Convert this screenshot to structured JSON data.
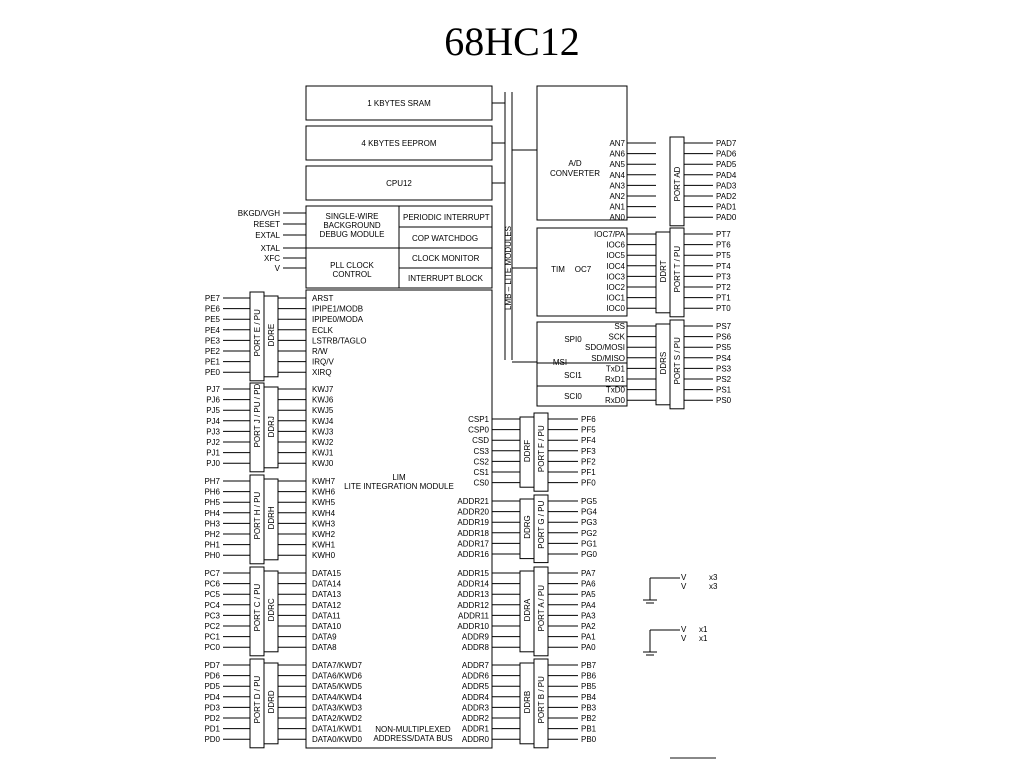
{
  "title": "68HC12",
  "blocks": {
    "sram": "1 KBYTES SRAM",
    "eeprom": "4 KBYTES EEPROM",
    "cpu": "CPU12",
    "bdm": [
      "SINGLE-WIRE",
      "BACKGROUND",
      "DEBUG MODULE"
    ],
    "pll": [
      "PLL CLOCK",
      "CONTROL"
    ],
    "periodic": "PERIODIC INTERRUPT",
    "cop": "COP WATCHDOG",
    "clockmon": "CLOCK MONITOR",
    "intblock": "INTERRUPT BLOCK",
    "lmb": "LMB – LITE MODULES",
    "lim": [
      "LIM",
      "LITE INTEGRATION MODULE"
    ],
    "nonmux": [
      "NON-MULTIPLEXED",
      "ADDRESS/DATA BUS"
    ],
    "adc": [
      "A/D",
      "CONVERTER"
    ],
    "tim": "TIM",
    "oc7": "OC7",
    "spi": "SPI0",
    "msi": "MSI",
    "sci1": "SCI1",
    "sci0": "SCI0"
  },
  "left_signals": [
    "BKGD/VGH",
    "RESET",
    "EXTAL",
    "XTAL",
    "XFC",
    "V"
  ],
  "ports_left": [
    {
      "name": "PORT E / PU",
      "ddr": "DDRE",
      "pins": [
        "PE7",
        "PE6",
        "PE5",
        "PE4",
        "PE3",
        "PE2",
        "PE1",
        "PE0"
      ],
      "signals": [
        "ARST",
        "IPIPE1/MODB",
        "IPIPE0/MODA",
        "ECLK",
        "LSTRB/TAGLO",
        "R/W",
        "IRQ/V",
        "XIRQ"
      ]
    },
    {
      "name": "PORT J / PU / PD",
      "ddr": "DDRJ",
      "pins": [
        "PJ7",
        "PJ6",
        "PJ5",
        "PJ4",
        "PJ3",
        "PJ2",
        "PJ1",
        "PJ0"
      ],
      "signals": [
        "KWJ7",
        "KWJ6",
        "KWJ5",
        "KWJ4",
        "KWJ3",
        "KWJ2",
        "KWJ1",
        "KWJ0"
      ]
    },
    {
      "name": "PORT H / PU",
      "ddr": "DDRH",
      "pins": [
        "PH7",
        "PH6",
        "PH5",
        "PH4",
        "PH3",
        "PH2",
        "PH1",
        "PH0"
      ],
      "signals": [
        "KWH7",
        "KWH6",
        "KWH5",
        "KWH4",
        "KWH3",
        "KWH2",
        "KWH1",
        "KWH0"
      ]
    },
    {
      "name": "PORT C / PU",
      "ddr": "DDRC",
      "pins": [
        "PC7",
        "PC6",
        "PC5",
        "PC4",
        "PC3",
        "PC2",
        "PC1",
        "PC0"
      ],
      "signals": [
        "DATA15",
        "DATA14",
        "DATA13",
        "DATA12",
        "DATA11",
        "DATA10",
        "DATA9",
        "DATA8"
      ]
    },
    {
      "name": "PORT D / PU",
      "ddr": "DDRD",
      "pins": [
        "PD7",
        "PD6",
        "PD5",
        "PD4",
        "PD3",
        "PD2",
        "PD1",
        "PD0"
      ],
      "signals": [
        "DATA7/KWD7",
        "DATA6/KWD6",
        "DATA5/KWD5",
        "DATA4/KWD4",
        "DATA3/KWD3",
        "DATA2/KWD2",
        "DATA1/KWD1",
        "DATA0/KWD0"
      ]
    }
  ],
  "ports_right_lower": [
    {
      "name": "PORT F / PU",
      "ddr": "DDRF",
      "pins": [
        "PF6",
        "PF5",
        "PF4",
        "PF3",
        "PF2",
        "PF1",
        "PF0"
      ],
      "signals": [
        "CSP1",
        "CSP0",
        "CSD",
        "CS3",
        "CS2",
        "CS1",
        "CS0"
      ]
    },
    {
      "name": "PORT G / PU",
      "ddr": "DDRG",
      "pins": [
        "PG5",
        "PG4",
        "PG3",
        "PG2",
        "PG1",
        "PG0"
      ],
      "signals": [
        "ADDR21",
        "ADDR20",
        "ADDR19",
        "ADDR18",
        "ADDR17",
        "ADDR16"
      ]
    },
    {
      "name": "PORT A / PU",
      "ddr": "DDRA",
      "pins": [
        "PA7",
        "PA6",
        "PA5",
        "PA4",
        "PA3",
        "PA2",
        "PA1",
        "PA0"
      ],
      "signals": [
        "ADDR15",
        "ADDR14",
        "ADDR13",
        "ADDR12",
        "ADDR11",
        "ADDR10",
        "ADDR9",
        "ADDR8"
      ]
    },
    {
      "name": "PORT B / PU",
      "ddr": "DDRB",
      "pins": [
        "PB7",
        "PB6",
        "PB5",
        "PB4",
        "PB3",
        "PB2",
        "PB1",
        "PB0"
      ],
      "signals": [
        "ADDR7",
        "ADDR6",
        "ADDR5",
        "ADDR4",
        "ADDR3",
        "ADDR2",
        "ADDR1",
        "ADDR0"
      ]
    }
  ],
  "ports_right_upper": [
    {
      "name": "PORT AD",
      "ddr": "",
      "pins": [
        "PAD7",
        "PAD6",
        "PAD5",
        "PAD4",
        "PAD3",
        "PAD2",
        "PAD1",
        "PAD0"
      ],
      "signals": [
        "AN7",
        "AN6",
        "AN5",
        "AN4",
        "AN3",
        "AN2",
        "AN1",
        "AN0"
      ]
    },
    {
      "name": "PORT T / PU",
      "ddr": "DDRT",
      "pins": [
        "PT7",
        "PT6",
        "PT5",
        "PT4",
        "PT3",
        "PT2",
        "PT1",
        "PT0"
      ],
      "signals": [
        "IOC7/PA",
        "IOC6",
        "IOC5",
        "IOC4",
        "IOC3",
        "IOC2",
        "IOC1",
        "IOC0"
      ]
    },
    {
      "name": "PORT S / PU",
      "ddr": "DDRS",
      "pins": [
        "PS7",
        "PS6",
        "PS5",
        "PS4",
        "PS3",
        "PS2",
        "PS1",
        "PS0"
      ],
      "signals": [
        "SS",
        "SCK",
        "SDO/MOSI",
        "SD/MISO",
        "TxD1",
        "RxD1",
        "TxD0",
        "RxD0"
      ]
    }
  ],
  "power_labels": [
    "V",
    "V",
    "x3",
    "x3",
    "V",
    "V",
    "x1",
    "x1"
  ]
}
